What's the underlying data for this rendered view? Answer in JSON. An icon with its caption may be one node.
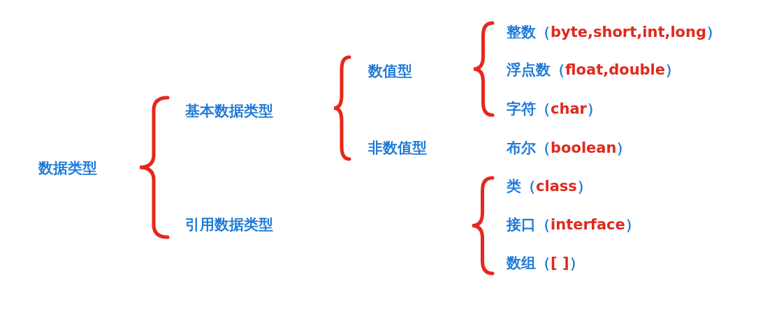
{
  "diagram": {
    "nodes": [
      {
        "text": [
          "数据类型"
        ]
      },
      {
        "text": [
          "基本数据类型"
        ]
      },
      {
        "text": [
          "引用数据类型"
        ]
      },
      {
        "text": [
          "数值型"
        ]
      },
      {
        "text": [
          "非数值型"
        ]
      },
      {
        "text": [
          "整数（byte,short,int,long）"
        ]
      },
      {
        "text": [
          "浮点数（float,double）"
        ]
      },
      {
        "text": [
          "字符（char）"
        ]
      },
      {
        "text": [
          "布尔（boolean）"
        ]
      },
      {
        "text": [
          "类（class）"
        ]
      },
      {
        "text": [
          "接口（interface）"
        ]
      },
      {
        "text": [
          "数组（[ ]）"
        ]
      }
    ]
  }
}
